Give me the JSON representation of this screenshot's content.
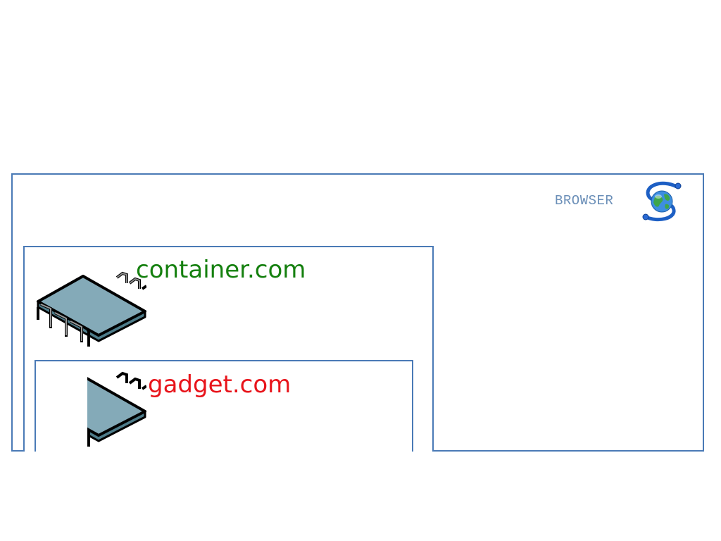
{
  "browser": {
    "label": "BROWSER",
    "icon": "globe-icon"
  },
  "container": {
    "domain": "container.com",
    "domain_color": "#15800f",
    "icon": "chip-icon"
  },
  "gadget": {
    "domain": "gadget.com",
    "domain_color": "#e8141b",
    "icon": "chip-icon"
  },
  "colors": {
    "frame_border": "#4a7ab6",
    "chip_body": "#7fa5b3"
  }
}
